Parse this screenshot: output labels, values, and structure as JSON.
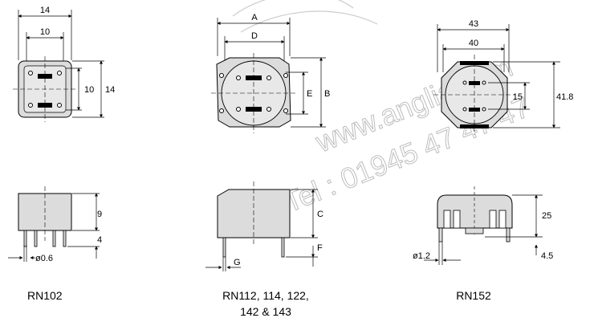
{
  "watermark": {
    "line1": "www.anglia.com",
    "line2": "Tel : 01945 47 47 47"
  },
  "rn102": {
    "top_w_outer": "14",
    "top_w_inner": "10",
    "top_h_inner": "10",
    "top_h_outer": "14",
    "side_h_body": "9",
    "side_h_pin": "4",
    "side_pin_d": "ø0.6",
    "caption": "RN102"
  },
  "rn112": {
    "top_a": "A",
    "top_d": "D",
    "top_e": "E",
    "top_b": "B",
    "side_c": "C",
    "side_f": "F",
    "side_g": "G",
    "caption_line1": "RN112, 114, 122,",
    "caption_line2": "142 & 143"
  },
  "rn152": {
    "top_w_outer": "43",
    "top_w_inner": "40",
    "top_h_inner": "15",
    "top_h_outer": "41.8",
    "side_h_body": "25",
    "side_h_pin": "4.5",
    "side_pin_d": "ø1.2",
    "caption": "RN152"
  }
}
